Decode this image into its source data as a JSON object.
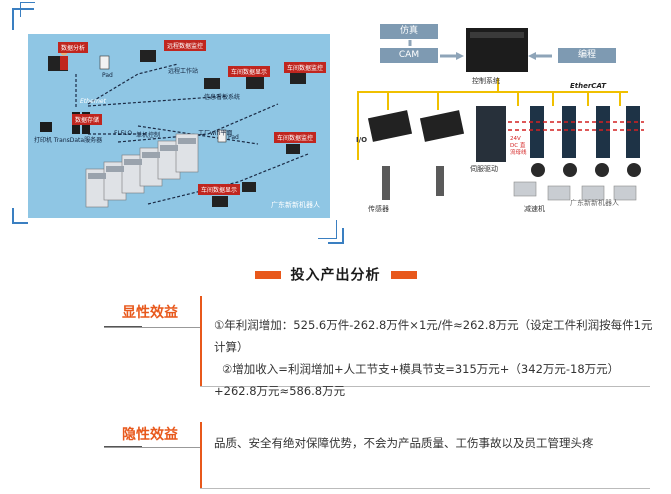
{
  "left_diagram": {
    "labels": {
      "data_analysis": "数据分析",
      "remote_monitor": "远程数据监控",
      "pad_top": "Pad",
      "remote_work": "远程工作站",
      "workshop_display_1": "车间数据显示",
      "workshop_monitor_1": "车间数据监控",
      "info_billboard": "信息看板系统",
      "data_storage": "数据存储",
      "printer_server": "打印机 TransData服务器",
      "ethernet": "Ethernet",
      "flflo": "FLFLO",
      "single_control": "单机控制",
      "factory_wifi": "工厂wifi平面",
      "pad_mid": "Pad",
      "workshop_monitor_2": "车间数据监控",
      "workshop_display_2": "车间数据显示",
      "watermark": "广东新新机器人"
    }
  },
  "right_diagram": {
    "simulation": "仿真",
    "cam": "CAM",
    "programming": "编程",
    "control_system": "控制系统",
    "ethercat": "EtherCAT",
    "io": "I/O",
    "servo_drive": "伺服驱动",
    "power_bus": "24V DC 直流母线",
    "sensor": "传感器",
    "reducer": "减速机",
    "watermark": "广东新新机器人"
  },
  "section": {
    "title": "投入产出分析"
  },
  "explicit": {
    "label": "显性效益",
    "line1": "①年利润增加：525.6万件-262.8万件×1元/件≈262.8万元（设定工件利润按每件1元计算）",
    "line2": "②增加收入=利润增加+人工节支+模具节支=315万元+（342万元-18万元）+262.8万元≈586.8万元"
  },
  "implicit": {
    "label": "隐性效益",
    "line1": "品质、安全有绝对保障优势，不会为产品质量、工伤事故以及员工管理头疼"
  },
  "colors": {
    "accent": "#e8581b",
    "diagram_bg": "#8fc6e4",
    "box_gray": "#7e9ab2",
    "corner_blue": "#3a7fc1"
  }
}
